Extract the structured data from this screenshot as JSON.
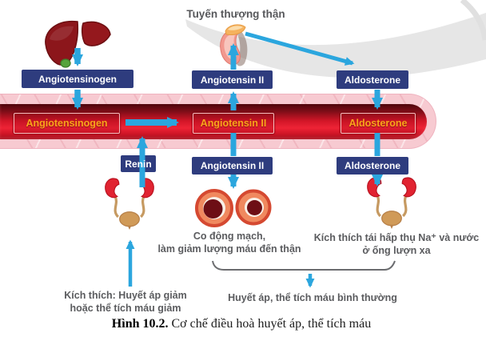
{
  "figure": {
    "caption_label": "Hình 10.2.",
    "caption_text": " Cơ chế điều hoà huyết áp, thể tích máu"
  },
  "labels": {
    "adrenal_gland": "Tuyến thượng thận"
  },
  "boxes": {
    "top": [
      "Angiotensinogen",
      "Angiotensin II",
      "Aldosterone"
    ],
    "vessel": [
      "Angiotensinogen",
      "Angiotensin II",
      "Aldosterone"
    ],
    "bottom": [
      "Renin",
      "Angiotensin II",
      "Aldosterone"
    ]
  },
  "notes": {
    "artery_line1": "Co động mạch,",
    "artery_line2": "làm giảm lượng máu đến thận",
    "reabsorb_line1": "Kích thích tái hấp thụ Na⁺ và nước",
    "reabsorb_line2": "ở ống lượn xa",
    "stimulus_line1": "Kích thích: Huyết áp giảm",
    "stimulus_line2": "hoặc thể tích máu giảm",
    "result": "Huyết áp, thể tích máu bình thường"
  },
  "icons": {
    "liver": "liver-icon",
    "adrenal": "adrenal-gland-icon",
    "urinary": "kidney-bladder-icon",
    "artery_sections": "constricted-artery-icon",
    "flow": "blue-flow-arrow"
  },
  "colors": {
    "label_box": "#2e3c7e",
    "arrow": "#2ba6de",
    "vessel_outer": "#f7cad1",
    "vessel_inner": "#d6132a",
    "vessel_label": "#f9a51b",
    "note_text": "#5a5b5e",
    "swoosh": "#e6e6e6"
  }
}
